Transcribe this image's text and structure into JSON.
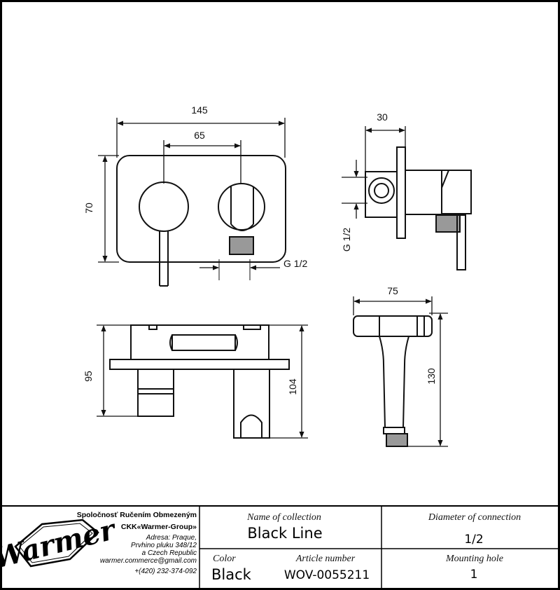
{
  "dimensions": {
    "front_width": "145",
    "front_spacing": "65",
    "front_height": "70",
    "front_thread": "G 1/2",
    "side_depth": "30",
    "side_thread": "G 1/2",
    "top_height": "95",
    "top_height_total": "104",
    "shower_width": "75",
    "shower_height": "130"
  },
  "company": {
    "line1": "Spoločnosť Ručením Obmezeným",
    "line2": "CKK«Warmer-Group»",
    "line3": "Adresa: Praque,",
    "line4": "Prvhino pluku 348/12",
    "line5": "a Czech Republic",
    "email": "warmer.commerce@gmail.com",
    "phone": "+(420) 232-374-092",
    "logo": "Warmer"
  },
  "title_block": {
    "collection_label": "Name of collection",
    "collection_value": "Black Line",
    "diameter_label": "Diameter of connection",
    "diameter_value": "1/2",
    "color_label": "Color",
    "color_value": "Black",
    "article_label": "Article number",
    "article_value": "WOV-0055211",
    "mounting_label": "Mounting hole",
    "mounting_value": "1"
  }
}
